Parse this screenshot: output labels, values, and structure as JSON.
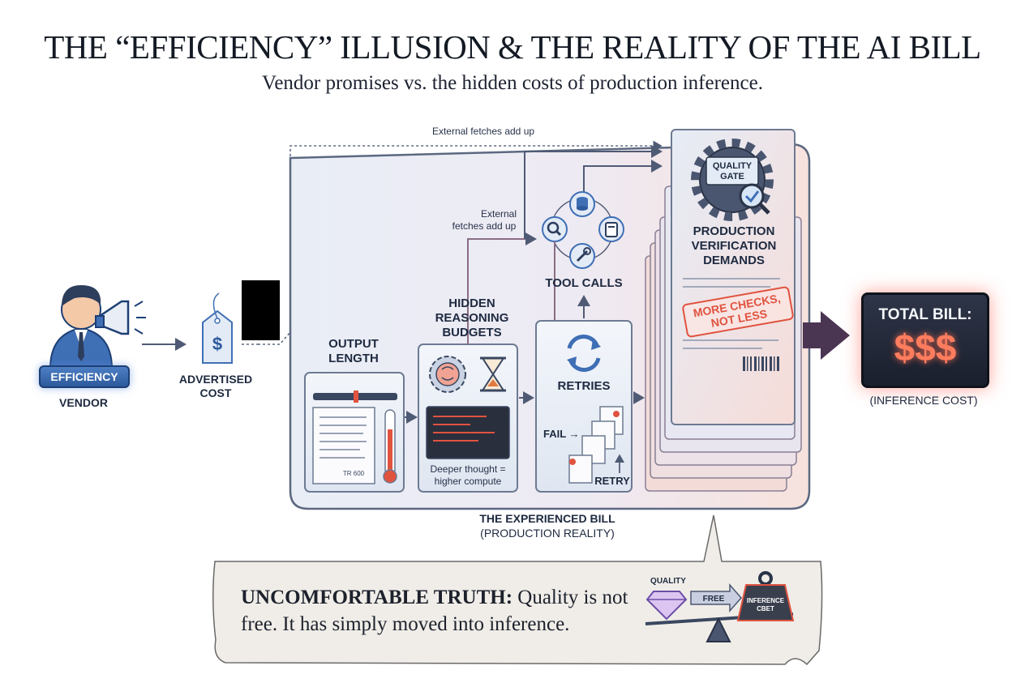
{
  "title": "THE “EFFICIENCY” ILLUSION & THE REALITY OF THE AI BILL",
  "subtitle": "Vendor promises vs. the hidden costs of production inference.",
  "vendor": {
    "badge": "EFFICIENCY",
    "label": "VENDOR"
  },
  "advertised": {
    "label_line1": "ADVERTISED",
    "label_line2": "COST",
    "tag_symbol": "$"
  },
  "annotations": {
    "external_top": "External fetches add up",
    "external_mid_line1": "External",
    "external_mid_line2": "fetches add up"
  },
  "output_length": {
    "label_line1": "OUTPUT",
    "label_line2": "LENGTH",
    "meter": "TR 600"
  },
  "reasoning": {
    "label_line1": "HIDDEN",
    "label_line2": "REASONING",
    "label_line3": "BUDGETS",
    "caption_line1": "Deeper thought =",
    "caption_line2": "higher compute"
  },
  "tool_calls": {
    "label": "TOOL CALLS"
  },
  "retries": {
    "label": "RETRIES",
    "fail": "FAIL →",
    "retry": "RETRY"
  },
  "verification": {
    "gate_line1": "QUALITY",
    "gate_line2": "GATE",
    "label_line1": "PRODUCTION",
    "label_line2": "VERIFICATION",
    "label_line3": "DEMANDS",
    "stamp_line1": "MORE CHECKS,",
    "stamp_line2": "NOT LESS"
  },
  "total_bill": {
    "title": "TOTAL BILL:",
    "amount": "$$$",
    "caption": "(INFERENCE COST)"
  },
  "experienced_bill": {
    "line1": "THE EXPERIENCED BILL",
    "line2": "(PRODUCTION REALITY)"
  },
  "truth": {
    "lead": "UNCOMFORTABLE TRUTH:",
    "text": "Quality is not free. It has simply moved into inference.",
    "scale_quality": "QUALITY",
    "scale_free": "FREE",
    "scale_weight_line1": "INFERENCE",
    "scale_weight_line2": "CBET"
  },
  "colors": {
    "accent_red": "#e0533f",
    "navy": "#2d3d5c",
    "blue": "#3f6fb5",
    "arrow_purple": "#4a3552"
  }
}
